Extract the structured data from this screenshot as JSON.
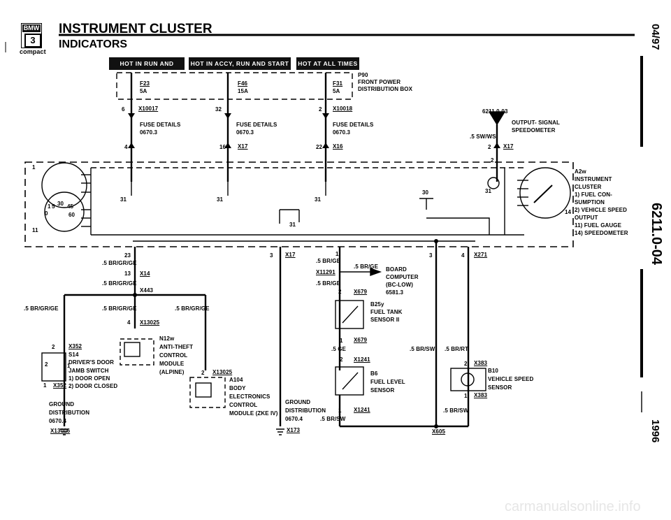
{
  "header": {
    "logo_brand": "BMW",
    "logo_series": "3",
    "logo_variant": "compact",
    "title": "INSTRUMENT CLUSTER",
    "subtitle": "INDICATORS",
    "side_date": "04/97",
    "side_code": "6211.0-04",
    "side_year": "1996"
  },
  "power_labels": [
    "HOT IN RUN AND START",
    "HOT IN ACCY, RUN AND START",
    "HOT AT ALL TIMES"
  ],
  "fuse_box": {
    "id": "P90",
    "name_line1": "FRONT POWER",
    "name_line2": "DISTRIBUTION BOX"
  },
  "fuses": [
    {
      "id": "F23",
      "rating": "5A"
    },
    {
      "id": "F46",
      "rating": "15A"
    },
    {
      "id": "F31",
      "rating": "5A"
    }
  ],
  "fuse_connectors": [
    {
      "pin": "6",
      "conn": "X10017"
    },
    {
      "pin": "32",
      "conn": ""
    },
    {
      "pin": "2",
      "conn": "X10018"
    }
  ],
  "fuse_details": [
    {
      "line1": "FUSE DETAILS",
      "line2": "0670.3"
    },
    {
      "line1": "FUSE DETAILS",
      "line2": "0670.3"
    },
    {
      "line1": "FUSE DETAILS",
      "line2": "0670.3"
    }
  ],
  "cluster_pins": [
    {
      "pin": "4",
      "conn": ""
    },
    {
      "pin": "16",
      "conn": "X17"
    },
    {
      "pin": "22",
      "conn": "X16"
    }
  ],
  "output_signal": {
    "ref": "6211.0-03",
    "label_line1": "OUTPUT- SIGNAL",
    "label_line2": "SPEEDOMETER",
    "wire": ".5 SW/WS",
    "pin": "2",
    "conn": "X17"
  },
  "cluster": {
    "id": "A2w",
    "lines": [
      "INSTRUMENT",
      "CLUSTER",
      "1)  FUEL CON-",
      "     SUMPTION",
      "2)  VEHICLE SPEED",
      "     OUTPUT",
      "11) FUEL GAUGE",
      "14) SPEEDOMETER"
    ],
    "gauge_scale": [
      "1",
      "5",
      "30",
      "45",
      "0",
      "60"
    ],
    "internal_labels": [
      "1",
      "11",
      "2",
      "14",
      "30",
      "31",
      "31",
      "31",
      "31",
      "31"
    ]
  },
  "left_wires": {
    "pin23": "23",
    "wire1": ".5 BR/GR/GE",
    "pin13": "13",
    "conn_x14": "X14",
    "wire2": ".5 BR/GR/GE",
    "conn_x443": "X443",
    "wire3": ".5 BR/GR/GE",
    "wire4": ".5 BR/GR/GE",
    "wire5": ".5 BR/GR/GE",
    "pin4": "4",
    "conn_x13025": "X13025"
  },
  "door_switch": {
    "pin2": "2",
    "conn": "X352",
    "id": "S14",
    "line1": "DRIVER'S DOOR",
    "line2": "JAMB SWITCH",
    "line3": "1)  DOOR OPEN",
    "line4": "2)  DOOR CLOSED",
    "pin1": "1",
    "conn2": "X352",
    "sw_pin2": "2",
    "sw_pin1": "1"
  },
  "ground_left": {
    "line1": "GROUND",
    "line2": "DISTRIBUTION",
    "line3": "0670.4",
    "conn": "X13006"
  },
  "anti_theft": {
    "id": "N12w",
    "line1": "ANTI-THEFT",
    "line2": "CONTROL",
    "line3": "MODULE",
    "line4": "(ALPINE)"
  },
  "body_module": {
    "pin": "2",
    "conn": "X13025",
    "id": "A104",
    "line1": "BODY",
    "line2": "ELECTRONICS",
    "line3": "CONTROL",
    "line4": "MODULE (ZKE IV)"
  },
  "center_ground": {
    "pin": "3",
    "conn": "X17",
    "line1": "GROUND",
    "line2": "DISTRIBUTION",
    "line3": "0670.4",
    "conn2": "X173"
  },
  "board_computer": {
    "pin": "1",
    "wire1": ".5 BR/GE",
    "wire2": ".5 BR/GE",
    "conn": "X11291",
    "id": "BOARD",
    "line1": "COMPUTER",
    "line2": "(BC-LOW)",
    "line3": "6581.3",
    "wire3": ".5 BR/GE",
    "pin2": "2",
    "conn2": "X679"
  },
  "tank_sensor_2": {
    "id": "B25y",
    "line1": "FUEL TANK",
    "line2": "SENSOR II",
    "pin": "1",
    "conn": "X679",
    "wire": ".5 GE",
    "pin2": "2",
    "conn2": "X1241"
  },
  "fuel_level_sensor": {
    "id": "B6",
    "line1": "FUEL LEVEL",
    "line2": "SENSOR",
    "pin": "1",
    "conn": "X1241",
    "wire": ".5 BR/SW"
  },
  "speed_sensor": {
    "pin_top": "3",
    "pin4": "4",
    "conn_x271": "X271",
    "wire_left": ".5 BR/SW",
    "wire_right": ".5 BR/RT",
    "pin2": "2",
    "conn": "X383",
    "id": "B10",
    "line1": "VEHICLE SPEED",
    "line2": "SENSOR",
    "pin1": "1",
    "conn2": "X383",
    "wire_bottom": ".5 BR/SW",
    "ground_conn": "X605"
  },
  "watermark": "carmanualsonline.info"
}
